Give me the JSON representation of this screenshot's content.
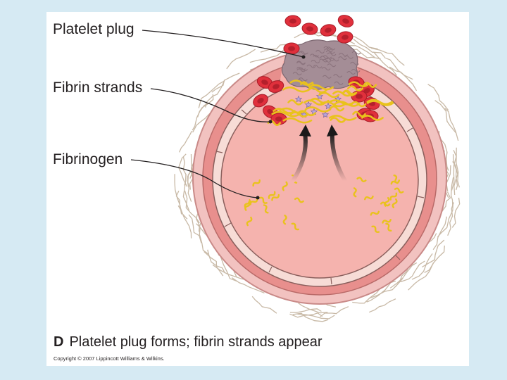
{
  "labels": {
    "platelet_plug": "Platelet plug",
    "fibrin_strands": "Fibrin strands",
    "fibrinogen": "Fibrinogen"
  },
  "caption": {
    "letter": "D",
    "text": "Platelet plug forms; fibrin strands appear"
  },
  "copyright": "Copyright © 2007 Lippincott Williams & Wilkins.",
  "colors": {
    "background": "#d6eaf3",
    "vessel_outer": "#f2c2c0",
    "vessel_wall": "#e88f8d",
    "lumen": "#f5b3ae",
    "red_cell": "#e0303c",
    "platelet_plug": "#a48d96",
    "fibrin": "#e9c21d",
    "adventitia_fiber": "#c8b9a6"
  }
}
